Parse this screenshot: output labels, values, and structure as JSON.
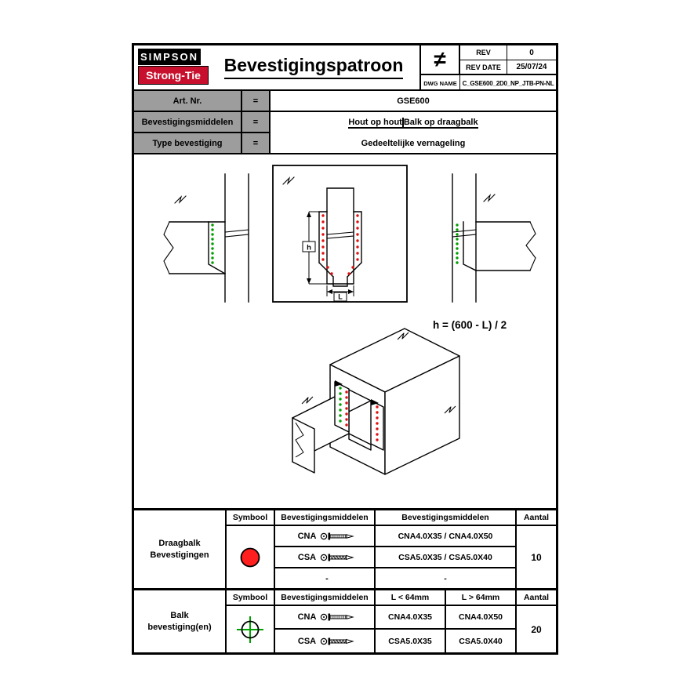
{
  "header": {
    "logo_line1": "SIMPSON",
    "logo_line2": "Strong-Tie",
    "title": "Bevestigingspatroon",
    "symbol": "≠",
    "rev_label": "REV",
    "rev_value": "0",
    "rev_date_label": "REV DATE",
    "rev_date_value": "25/07/24",
    "dwg_name_label": "DWG NAME",
    "dwg_name_value": "C_GSE600_2D0_NP_JTB-PN-NL"
  },
  "info": {
    "rows": [
      {
        "label": "Art. Nr.",
        "eq": "=",
        "value": "GSE600"
      },
      {
        "label": "Bevestigingsmiddelen",
        "eq": "=",
        "value1": "Hout op hout",
        "value2": "Balk op draagbalk"
      },
      {
        "label": "Type bevestiging",
        "eq": "=",
        "value": "Gedeeltelijke vernageling"
      }
    ]
  },
  "drawing": {
    "formula": "h = (600 - L) / 2",
    "dim_h_label": "h",
    "dim_l_label": "L"
  },
  "fasteners_table": {
    "row_label": "Draagbalk Bevestigingen",
    "headers": [
      "Symbool",
      "Bevestigingsmiddelen",
      "Bevestigingsmiddelen",
      "Aantal"
    ],
    "rows": [
      {
        "name": "CNA",
        "value": "CNA4.0X35 / CNA4.0X50"
      },
      {
        "name": "CSA",
        "value": "CSA5.0X35 / CSA5.0X40"
      },
      {
        "name": "-",
        "value": "-"
      }
    ],
    "aantal": "10"
  },
  "beam_table": {
    "row_label": "Balk bevestiging(en)",
    "headers": [
      "Symbool",
      "Bevestigingsmiddelen",
      "L < 64mm",
      "L > 64mm",
      "Aantal"
    ],
    "rows": [
      {
        "name": "CNA",
        "l_small": "CNA4.0X35",
        "l_large": "CNA4.0X50"
      },
      {
        "name": "CSA",
        "l_small": "CSA5.0X35",
        "l_large": "CSA5.0X40"
      }
    ],
    "aantal": "20"
  },
  "colors": {
    "header_gray": "#9d9d9d",
    "logo_red": "#c8102e",
    "dot_green": "#00a000",
    "dot_red": "#e01010",
    "symbol_red": "#ff1f1f"
  }
}
